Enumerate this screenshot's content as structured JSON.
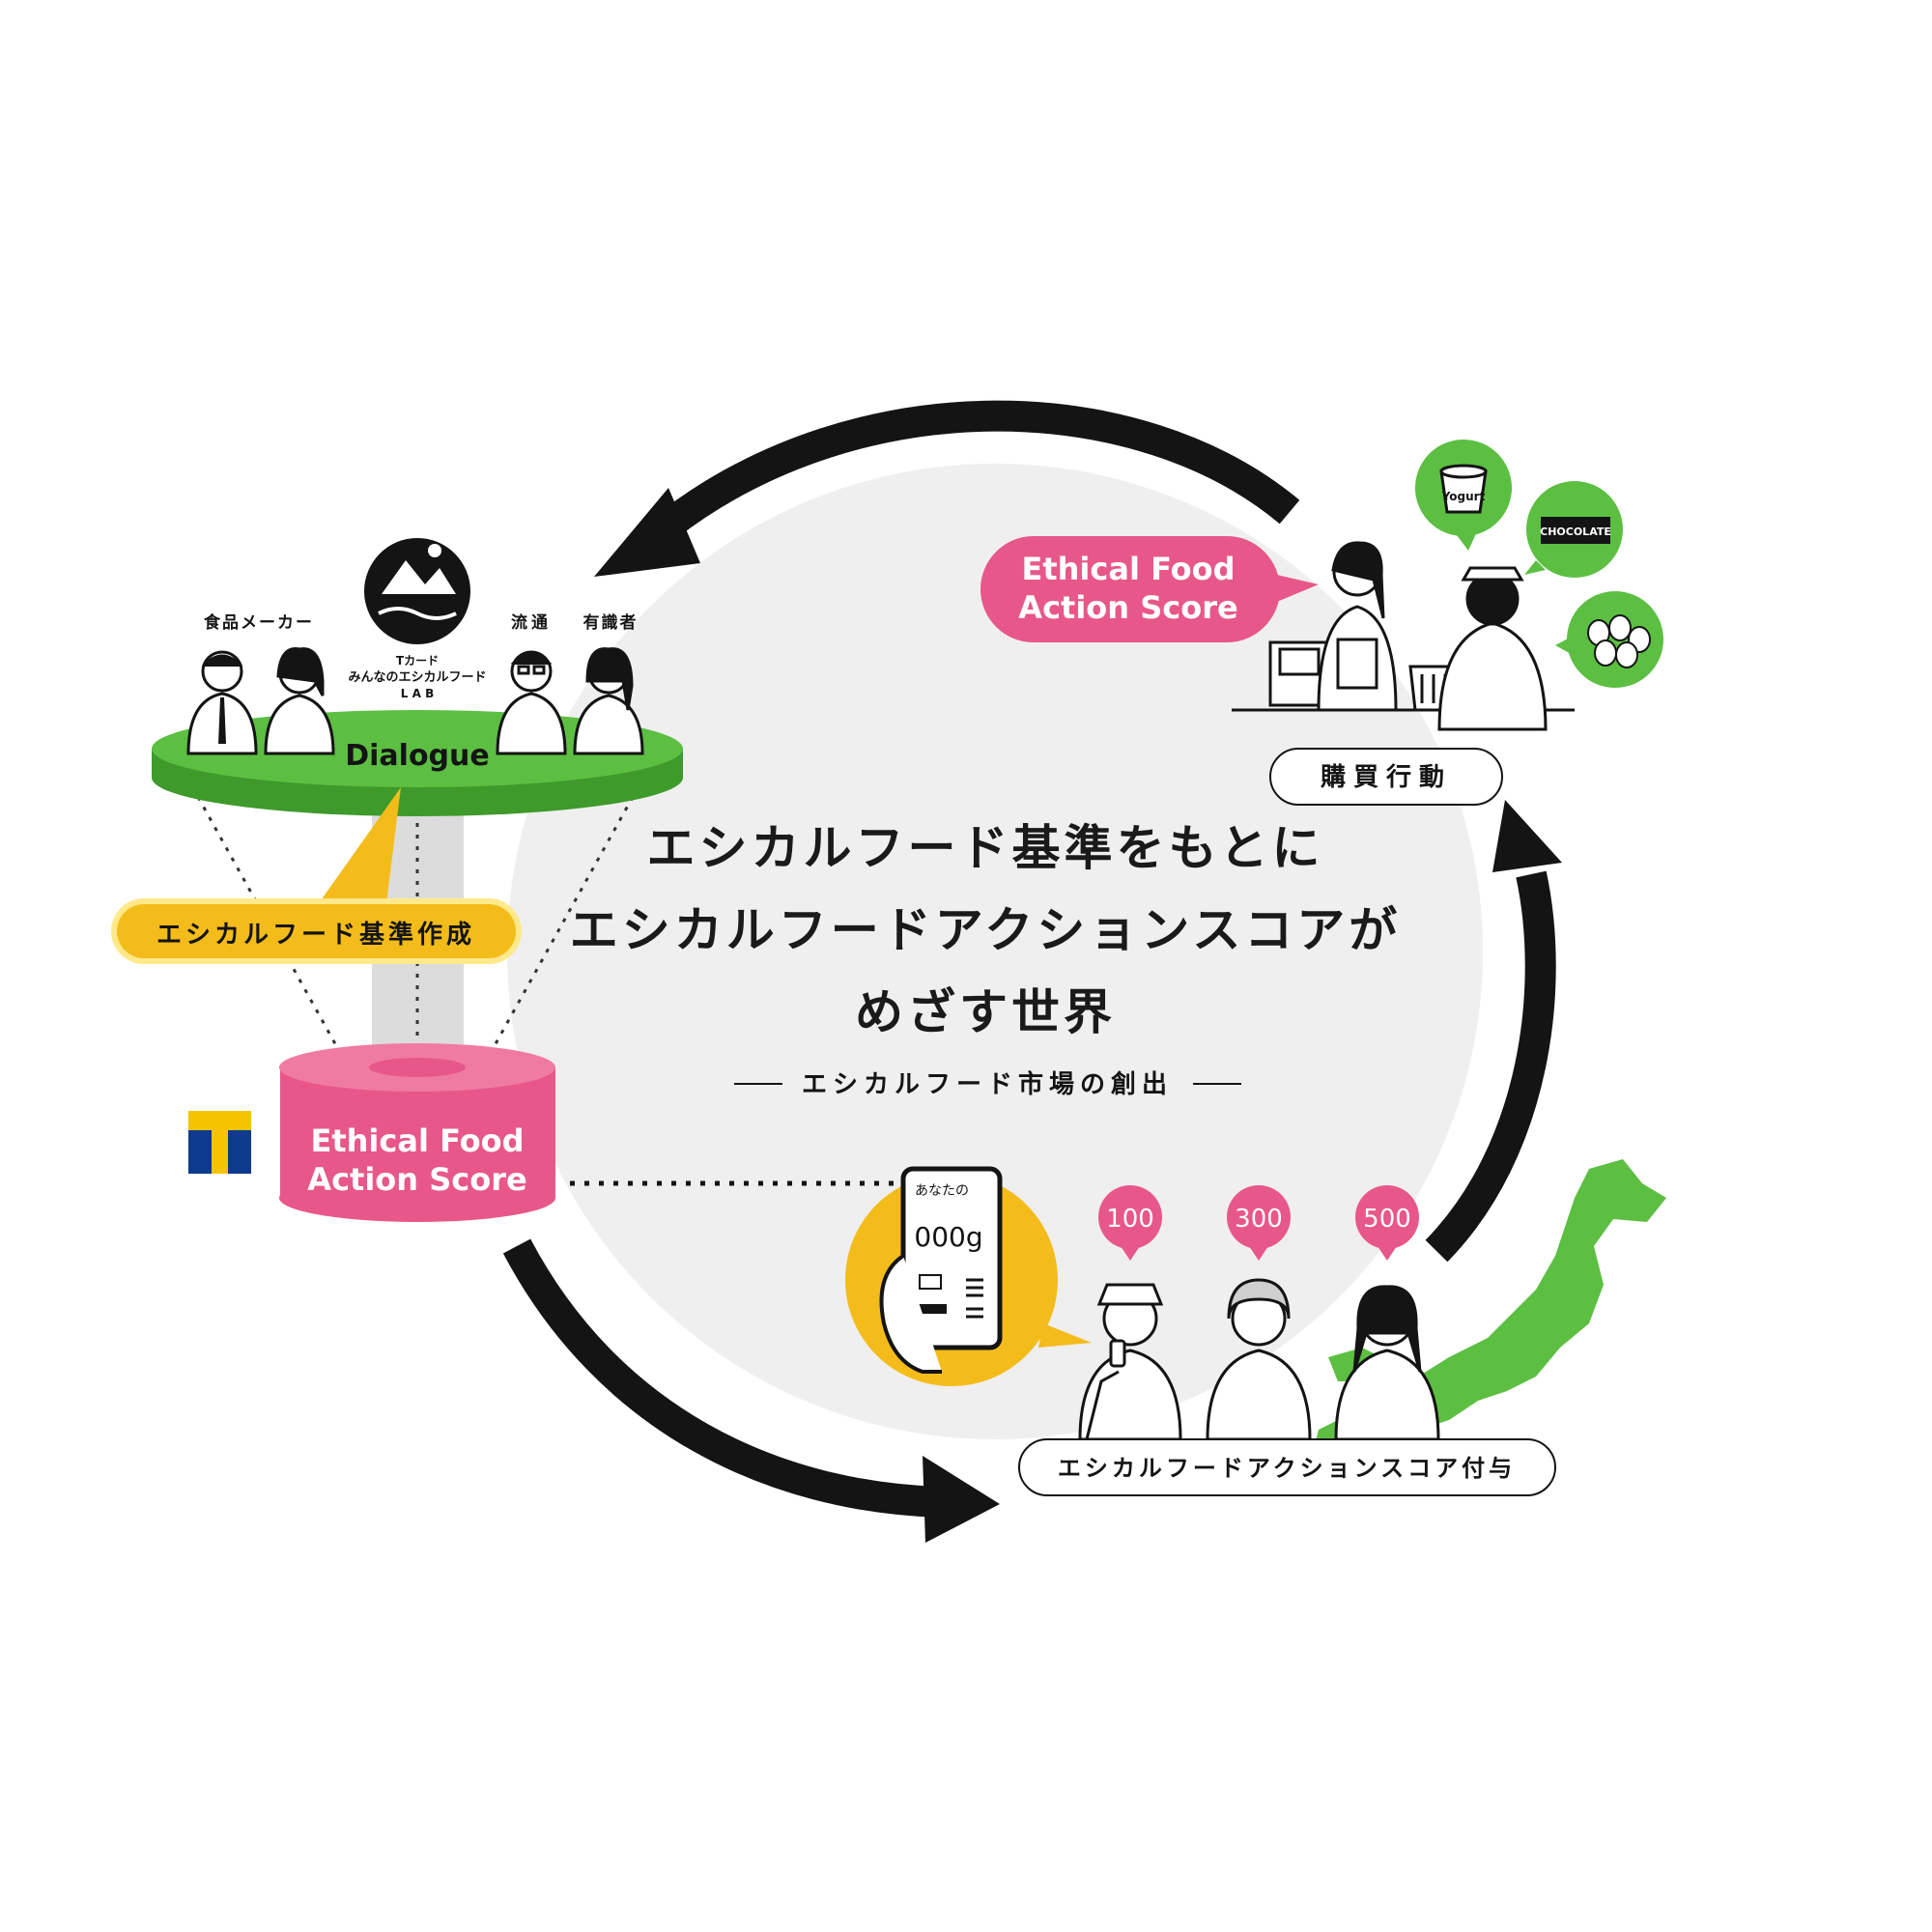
{
  "colors": {
    "pink": "#e8578a",
    "pink_light": "#f07ba2",
    "green": "#5cbf42",
    "green_dark": "#3e9a2b",
    "yellow": "#f4bc1a",
    "yellow_light": "#ffe98a",
    "black": "#141414",
    "circle_gray": "#efefef",
    "tcard_blue": "#0d3a8c",
    "tcard_yellow": "#f5c400"
  },
  "center": {
    "title_lines": [
      "エシカルフード基準をもとに",
      "エシカルフードアクションスコアが",
      "めざす世界"
    ],
    "subtitle": "エシカルフード市場の創出"
  },
  "lab": {
    "logo_label": "Tカード\nみんなのエシカルフード\nLAB",
    "logo_line1": "Tカード",
    "logo_line2": "みんなのエシカルフード",
    "logo_line3": "L A B",
    "group_maker": "食品メーカー",
    "group_distribution": "流通",
    "group_expert": "有識者",
    "platform_label": "Dialogue"
  },
  "standard_label": "エシカルフード基準作成",
  "score_box": {
    "line1": "Ethical Food",
    "line2": "Action Score",
    "tcard_letter": "T"
  },
  "purchase": {
    "bubble_line1": "Ethical Food",
    "bubble_line2": "Action Score",
    "product_yogurt": "Yogurt",
    "product_chocolate": "CHOCOLATE",
    "label": "購買行動"
  },
  "award": {
    "phone_header": "あなたの",
    "phone_value": "000g",
    "points": [
      "100",
      "300",
      "500"
    ],
    "label": "エシカルフードアクションスコア付与"
  }
}
